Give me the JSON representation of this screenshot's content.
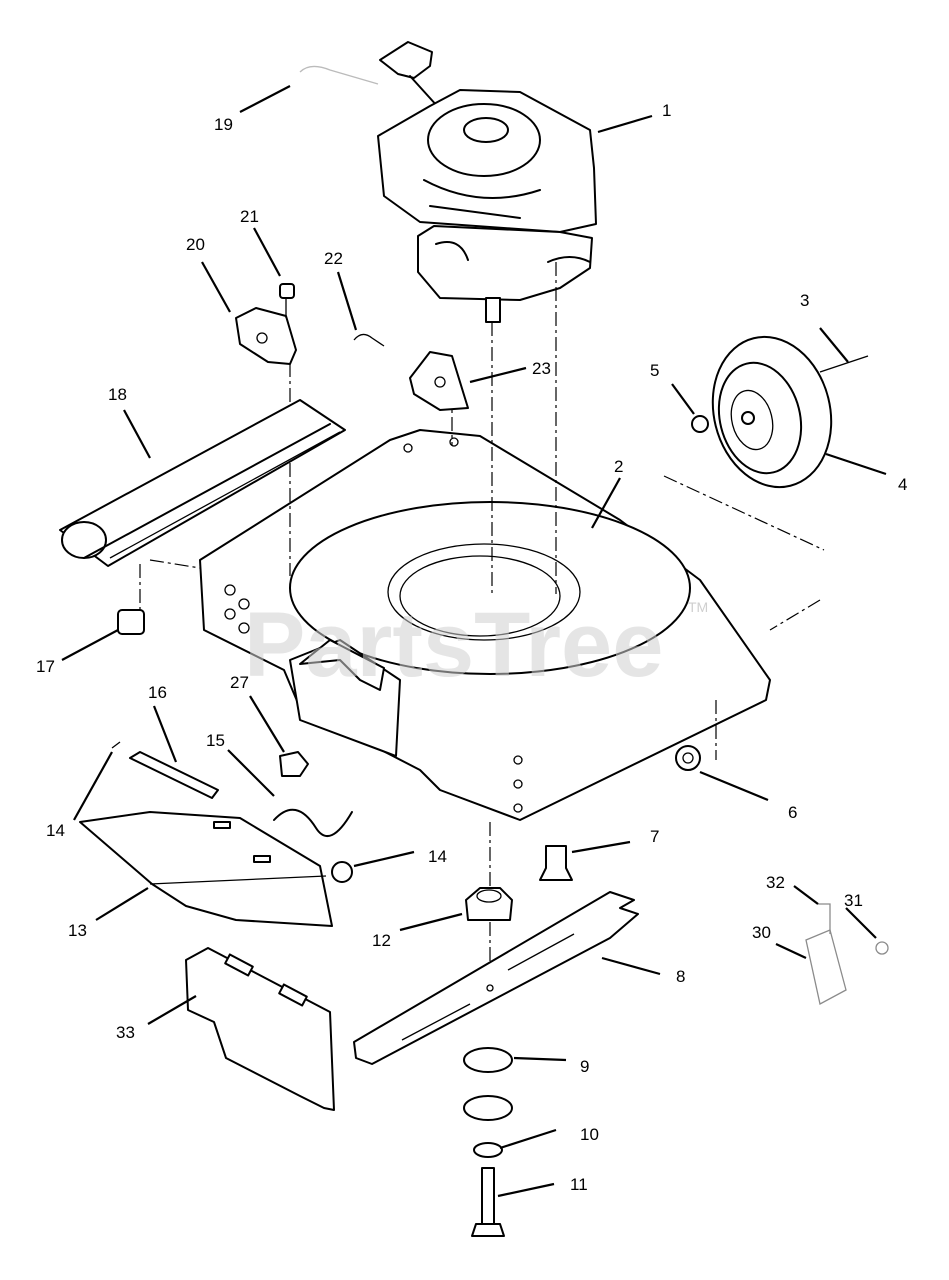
{
  "watermark": {
    "text": "PartsTree",
    "trademark": "TM"
  },
  "callouts": [
    {
      "id": "1",
      "label": "1"
    },
    {
      "id": "2",
      "label": "2"
    },
    {
      "id": "3",
      "label": "3"
    },
    {
      "id": "4",
      "label": "4"
    },
    {
      "id": "5",
      "label": "5"
    },
    {
      "id": "6",
      "label": "6"
    },
    {
      "id": "7",
      "label": "7"
    },
    {
      "id": "8",
      "label": "8"
    },
    {
      "id": "9",
      "label": "9"
    },
    {
      "id": "10",
      "label": "10"
    },
    {
      "id": "11",
      "label": "11"
    },
    {
      "id": "12",
      "label": "12"
    },
    {
      "id": "13",
      "label": "13"
    },
    {
      "id": "14a",
      "label": "14"
    },
    {
      "id": "14b",
      "label": "14"
    },
    {
      "id": "15",
      "label": "15"
    },
    {
      "id": "16",
      "label": "16"
    },
    {
      "id": "17",
      "label": "17"
    },
    {
      "id": "18",
      "label": "18"
    },
    {
      "id": "19",
      "label": "19"
    },
    {
      "id": "20",
      "label": "20"
    },
    {
      "id": "21",
      "label": "21"
    },
    {
      "id": "22",
      "label": "22"
    },
    {
      "id": "23",
      "label": "23"
    },
    {
      "id": "27",
      "label": "27"
    },
    {
      "id": "30",
      "label": "30"
    },
    {
      "id": "31",
      "label": "31"
    },
    {
      "id": "32",
      "label": "32"
    },
    {
      "id": "33",
      "label": "33"
    }
  ]
}
